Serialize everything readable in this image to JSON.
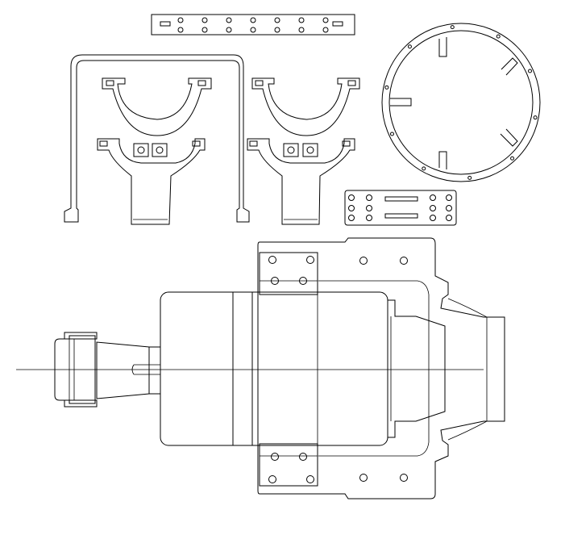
{
  "drawing": {
    "background": "#ffffff",
    "line_color": "#000000",
    "parts": [
      "top-mounting-strip",
      "tall-bracket",
      "upper-clamp-left",
      "upper-clamp-right",
      "lower-clamp-left",
      "lower-clamp-right",
      "ring-flange",
      "small-plate",
      "assembly-top-view"
    ]
  }
}
